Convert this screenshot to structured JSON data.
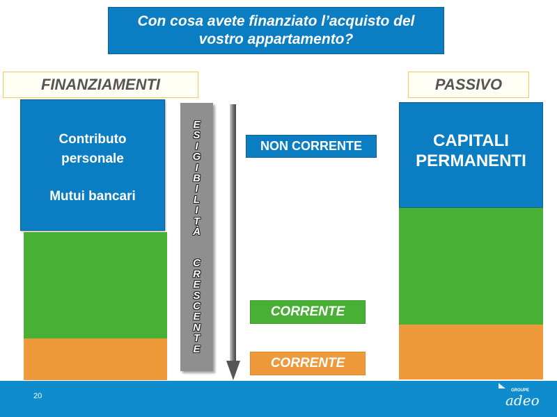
{
  "slide": {
    "title": "Con cosa avete finanziato l’acquisto del vostro appartamento?",
    "left_header": "FINANZIAMENTI",
    "right_header": "PASSIVO",
    "left_blue": {
      "line1": "Contributo",
      "line2": "personale",
      "line3": "Mutui bancari"
    },
    "vertical_word1": [
      "E",
      "S",
      "I",
      "G",
      "I",
      "B",
      "I",
      "L",
      "I",
      "T",
      "À"
    ],
    "vertical_word2": [
      "C",
      "R",
      "E",
      "S",
      "C",
      "E",
      "N",
      "T",
      "E"
    ],
    "labels": {
      "non_corrente": "NON CORRENTE",
      "corrente_green": "CORRENTE",
      "corrente_orange": "CORRENTE"
    },
    "right_blue": {
      "line1": "CAPITALI",
      "line2": "PERMANENTI"
    },
    "page_number": "20",
    "logo": {
      "small_text": "GROUPE",
      "brand": "adeo"
    }
  },
  "colors": {
    "blue": "#0b7dc2",
    "green": "#47b035",
    "orange": "#ef9a3a",
    "footer": "#0e8cce",
    "bar_gray": "#8f8f8f"
  }
}
